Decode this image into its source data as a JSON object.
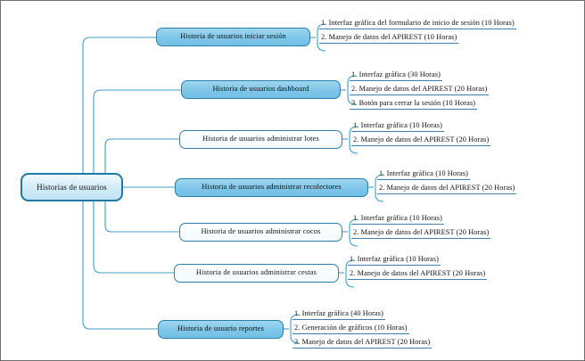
{
  "diagram": {
    "type": "mind-map",
    "title": "Historias de usuarios",
    "colors": {
      "node_border": "#2a7fa8",
      "node_fill": "#7ec6e9",
      "root_fill": "#bfe4f5",
      "connector": "#3f9fc9",
      "underline": "#3f7fb0",
      "text": "#111111",
      "frame": "#6f6f6f"
    },
    "root": {
      "label": "Historias de usuarios"
    },
    "branches": [
      {
        "id": "iniciar-sesion",
        "label": "Historia de usuarios iniciar sesión",
        "style": "fill",
        "items": [
          "1. Interfaz gráfica del formulario de inicio de sesión (10 Horas)",
          "2. Manejo de datos del APIREST (10 Horas)"
        ]
      },
      {
        "id": "dashboard",
        "label": "Historia de usuarios dashboard",
        "style": "fill",
        "items": [
          "1. Interfaz gráfica (30 Horas)",
          "2. Manejo de datos del APIREST (20 Horas)",
          "3. Botón para cerrar la sesión (10 Horas)"
        ]
      },
      {
        "id": "administrar-lotes",
        "label": "Historia de usuarios administrar lotes",
        "style": "plain",
        "items": [
          "1. Interfaz gráfica (10 Horas)",
          "2. Manejo de datos del APIREST (20 Horas)"
        ]
      },
      {
        "id": "administrar-recolectores",
        "label": "Historia de usuarios administrar recolectores",
        "style": "fill",
        "items": [
          "1. Interfaz gráfica (10 Horas)",
          "2. Manejo de datos del APIREST (20 Horas)"
        ]
      },
      {
        "id": "administrar-cocos",
        "label": "Historia de usuarios administrar cocos",
        "style": "plain",
        "items": [
          "1. Interfaz gráfica (10 Horas)",
          "2. Manejo de datos del APIREST (20 Horas)"
        ]
      },
      {
        "id": "administrar-cestas",
        "label": "Historia de usuarios administrar cestas",
        "style": "plain",
        "items": [
          "1. Interfaz gráfica (10 Horas)",
          "2. Manejo de datos del APIREST (20 Horas)"
        ]
      },
      {
        "id": "reportes",
        "label": "Historia de usuario reportes",
        "style": "fill",
        "items": [
          "1. Interfaz gráfica (40 Horas)",
          "2. Generación de gráficos (10 Horas)",
          "3. Manejo de datos del APIREST (20 Horas)"
        ]
      }
    ]
  }
}
